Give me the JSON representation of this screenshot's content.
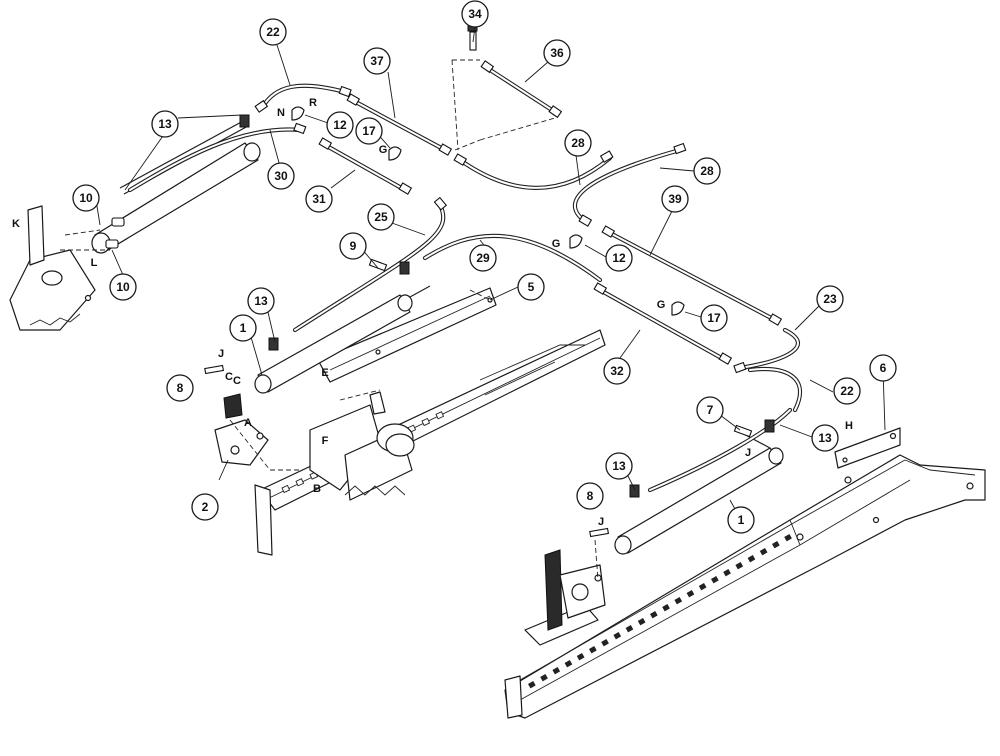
{
  "callouts": [
    {
      "id": "b34",
      "label": "34"
    },
    {
      "id": "b36",
      "label": "36"
    },
    {
      "id": "b22a",
      "label": "22"
    },
    {
      "id": "b37",
      "label": "37"
    },
    {
      "id": "b13a",
      "label": "13"
    },
    {
      "id": "b12a",
      "label": "12"
    },
    {
      "id": "b17a",
      "label": "17"
    },
    {
      "id": "b28a",
      "label": "28"
    },
    {
      "id": "b28b",
      "label": "28"
    },
    {
      "id": "b30",
      "label": "30"
    },
    {
      "id": "b10a",
      "label": "10"
    },
    {
      "id": "b10b",
      "label": "10"
    },
    {
      "id": "b31",
      "label": "31"
    },
    {
      "id": "b25",
      "label": "25"
    },
    {
      "id": "b39",
      "label": "39"
    },
    {
      "id": "b9",
      "label": "9"
    },
    {
      "id": "b29",
      "label": "29"
    },
    {
      "id": "b12b",
      "label": "12"
    },
    {
      "id": "b5",
      "label": "5"
    },
    {
      "id": "b13b",
      "label": "13"
    },
    {
      "id": "b17b",
      "label": "17"
    },
    {
      "id": "b23",
      "label": "23"
    },
    {
      "id": "b1a",
      "label": "1"
    },
    {
      "id": "b8a",
      "label": "8"
    },
    {
      "id": "b32",
      "label": "32"
    },
    {
      "id": "b6",
      "label": "6"
    },
    {
      "id": "b22b",
      "label": "22"
    },
    {
      "id": "b7",
      "label": "7"
    },
    {
      "id": "b13c",
      "label": "13"
    },
    {
      "id": "b2",
      "label": "2"
    },
    {
      "id": "b13d",
      "label": "13"
    },
    {
      "id": "b8b",
      "label": "8"
    },
    {
      "id": "b1b",
      "label": "1"
    }
  ],
  "letters": [
    {
      "id": "K",
      "label": "K"
    },
    {
      "id": "L",
      "label": "L"
    },
    {
      "id": "N",
      "label": "N"
    },
    {
      "id": "R",
      "label": "R"
    },
    {
      "id": "Ga",
      "label": "G"
    },
    {
      "id": "Gb",
      "label": "G"
    },
    {
      "id": "Gc",
      "label": "G"
    },
    {
      "id": "Ja",
      "label": "J"
    },
    {
      "id": "C1",
      "label": "C"
    },
    {
      "id": "C2",
      "label": "C"
    },
    {
      "id": "A",
      "label": "A"
    },
    {
      "id": "E",
      "label": "E"
    },
    {
      "id": "F",
      "label": "F"
    },
    {
      "id": "B",
      "label": "B"
    },
    {
      "id": "Jb",
      "label": "J"
    },
    {
      "id": "Jc",
      "label": "J"
    },
    {
      "id": "H",
      "label": "H"
    }
  ]
}
